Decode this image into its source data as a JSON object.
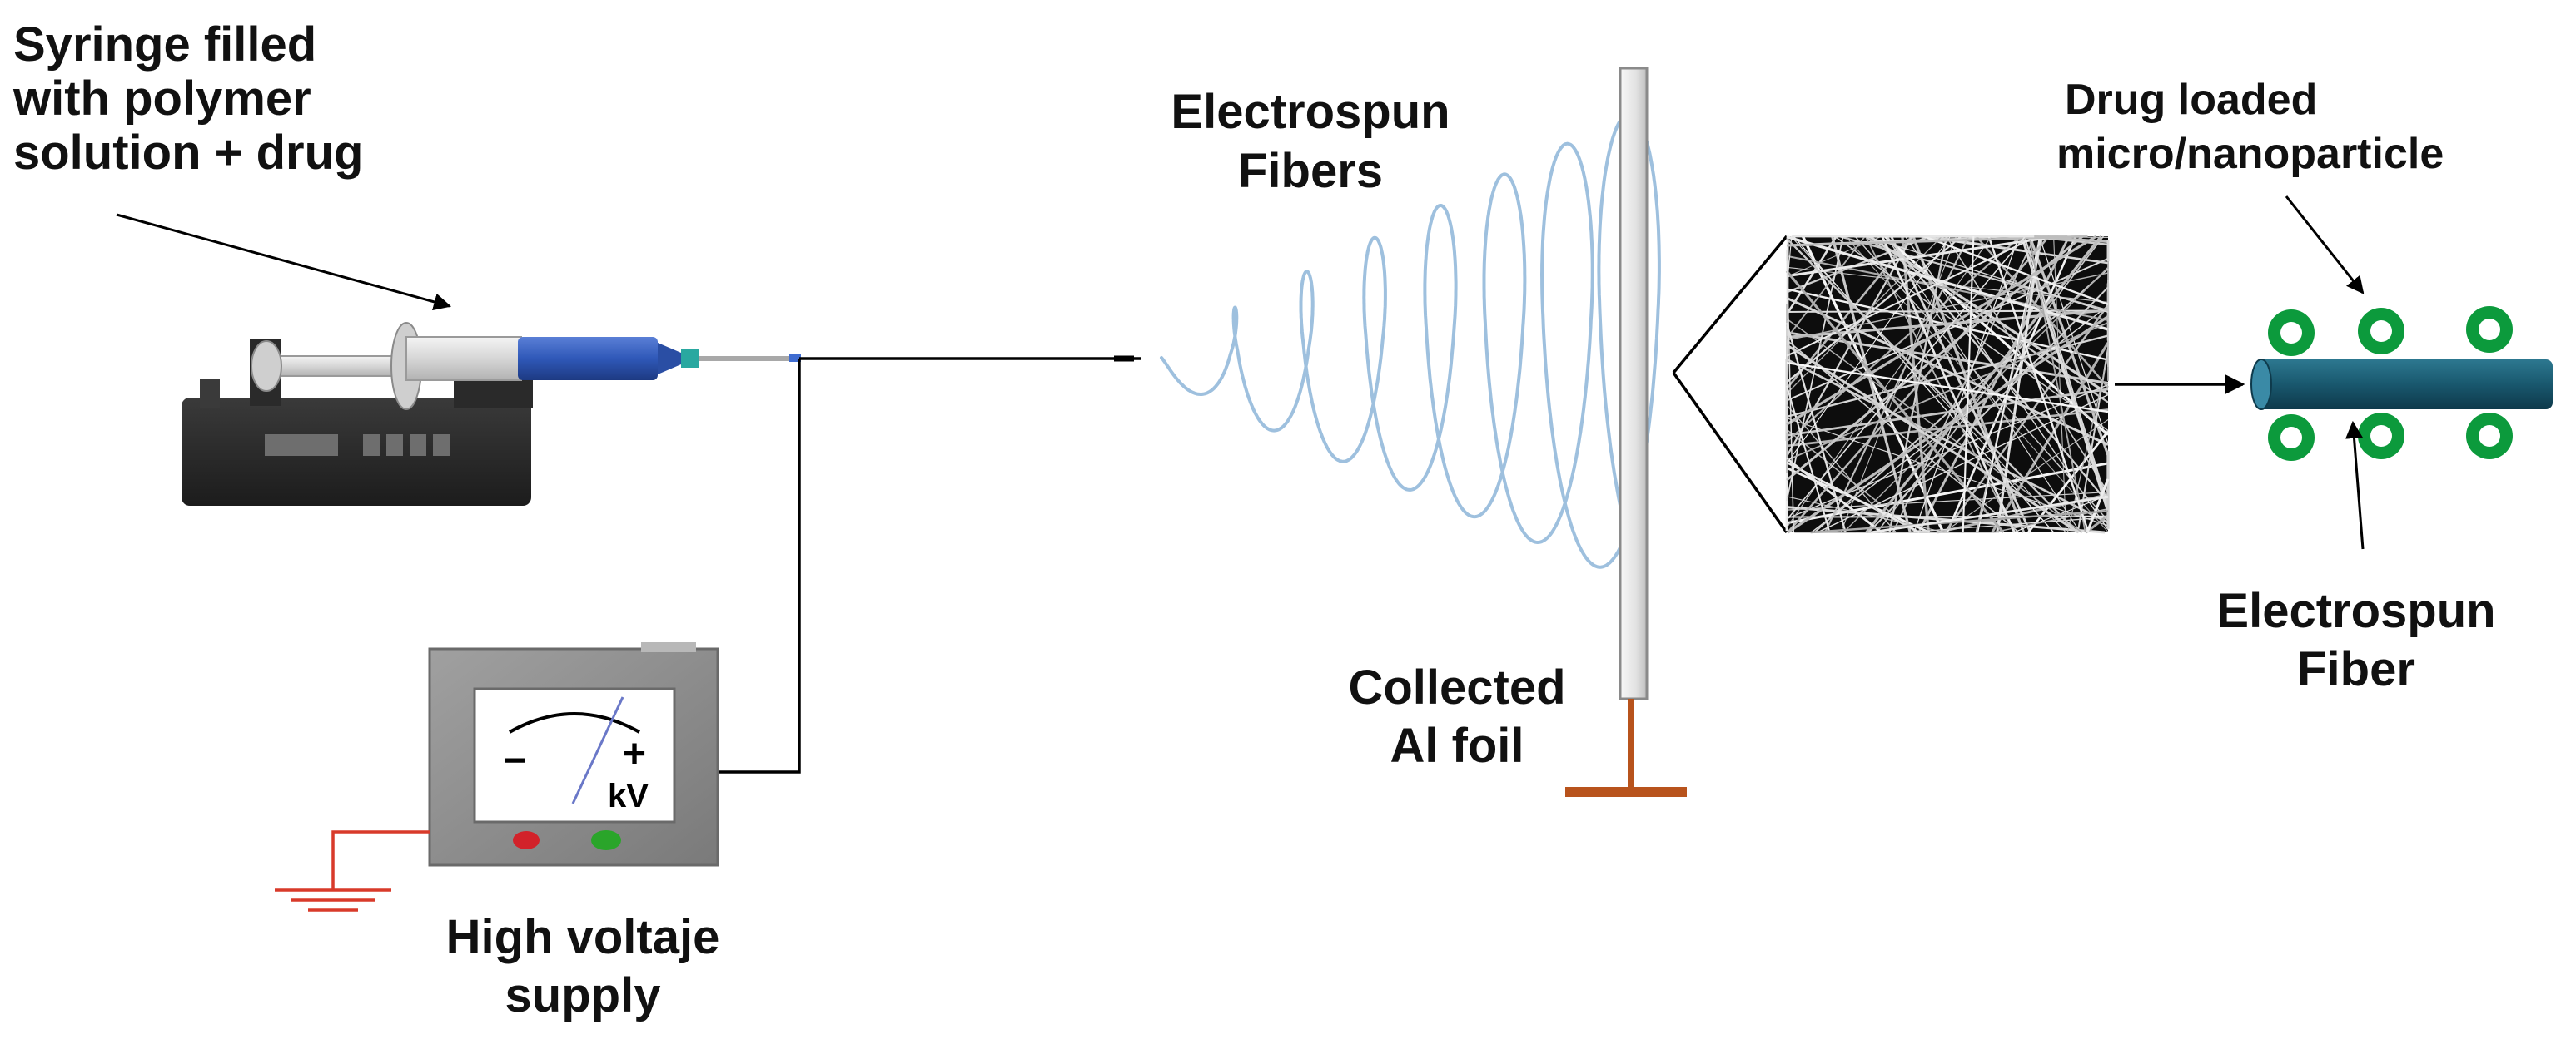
{
  "labels": {
    "syringe": [
      "Syringe filled",
      "with polymer",
      "solution + drug"
    ],
    "fibers": [
      "Electrospun",
      "Fibers"
    ],
    "collector": [
      "Collected",
      "Al foil"
    ],
    "supply": [
      "High voltaje",
      "supply"
    ],
    "particle": [
      "Drug loaded",
      "micro/nanoparticle"
    ],
    "fiber": [
      "Electrospun",
      "Fiber"
    ]
  },
  "meter": {
    "minus": "−",
    "plus": "+",
    "unit": "kV"
  },
  "colors": {
    "fiber_jet": "#9ec0de",
    "syringe_plunger": "#2f58b8",
    "pump_body": "#2b2b2b",
    "wire": "#000000",
    "ground": "#d83a2a",
    "collector_stand": "#b8531c",
    "fiber_cylinder": "#19586e",
    "particle_ring": "#0c9a3c",
    "meter_case": "#8e8e8e",
    "meter_red_button": "#d2222a",
    "meter_green_button": "#2aa52a"
  }
}
